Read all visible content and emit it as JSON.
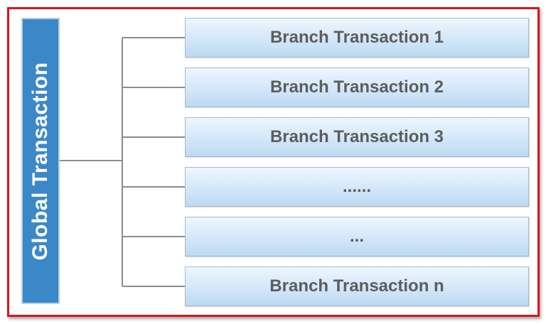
{
  "global": {
    "label": "Global Transaction"
  },
  "branches": [
    {
      "label": "Branch Transaction 1"
    },
    {
      "label": "Branch Transaction 2"
    },
    {
      "label": "Branch Transaction 3"
    },
    {
      "label": "......"
    },
    {
      "label": "..."
    },
    {
      "label": "Branch Transaction n"
    }
  ],
  "colors": {
    "frame_border": "#d8151c",
    "global_fill": "#3b88c9",
    "branch_fill": "#d3e7f9",
    "connector": "#8c8c8c",
    "branch_text": "#5d5d5d"
  }
}
